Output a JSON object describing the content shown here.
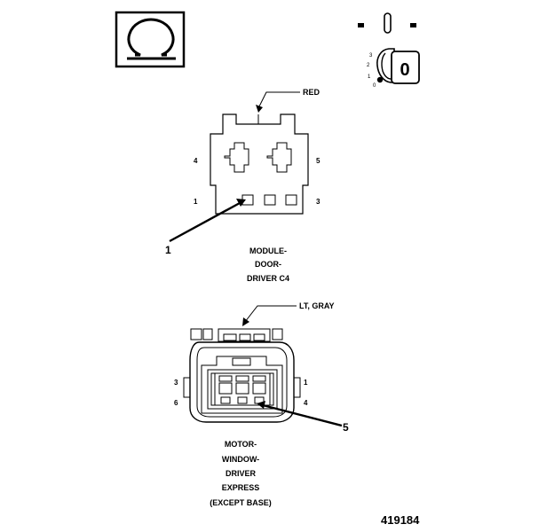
{
  "icons": {
    "ohm": "ohm-meter-icon",
    "ignition": "ignition-key-icon",
    "ignition_key_letter": "0",
    "ignition_positions": [
      "3",
      "2",
      "1",
      "0"
    ]
  },
  "connector_c4": {
    "color_callout": "RED",
    "pin_labels": {
      "p4": "4",
      "p5": "5",
      "p1": "1",
      "p3": "3"
    },
    "callout_number": "1",
    "name_lines": [
      "MODULE-",
      "DOOR-",
      "DRIVER C4"
    ]
  },
  "connector_motor": {
    "color_callout": "LT, GRAY",
    "pin_labels": {
      "p3": "3",
      "p1": "1",
      "p6": "6",
      "p4": "4"
    },
    "callout_number": "5",
    "name_lines": [
      "MOTOR-",
      "WINDOW-",
      "DRIVER",
      "EXPRESS",
      "(EXCEPT BASE)"
    ]
  },
  "figure_number": "419184"
}
